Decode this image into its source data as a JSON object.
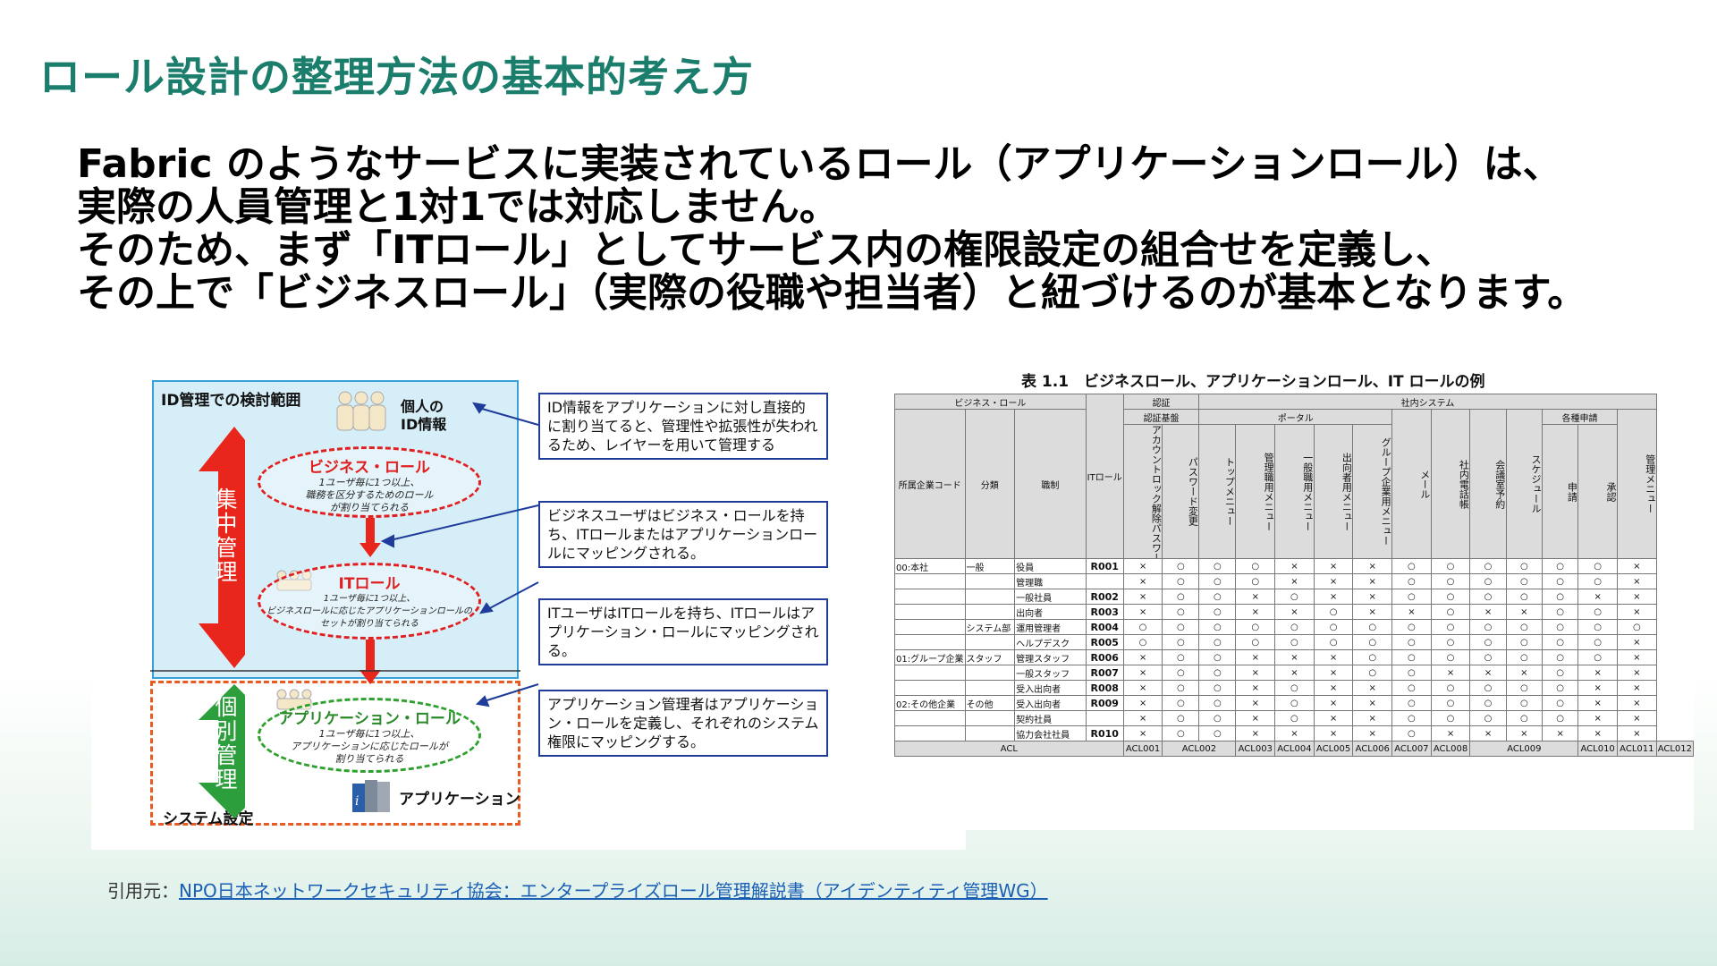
{
  "title": "ロール設計の整理方法の基本的考え方",
  "body_lines": [
    "Fabric のようなサービスに実装されているロール（アプリケーションロール）は、",
    "実際の人員管理と1対1では対応しません。",
    "そのため、まず「ITロール」としてサービス内の権限設定の組合せを定義し、",
    "その上で「ビジネスロール」（実際の役職や担当者）と紐づけるのが基本となります。"
  ],
  "diagram": {
    "scope_title": "ID管理での検討範囲",
    "personal_id": "個人の\nID情報",
    "central": "集中管理",
    "individual": "個別管理",
    "system_setting": "システム設定",
    "business_role": {
      "title": "ビジネス・ロール",
      "desc": "1ユーザ毎に1つ以上、\n職務を区分するためのロール\nが割り当てられる"
    },
    "it_role": {
      "title": "ITロール",
      "desc": "1ユーザ毎に1つ以上、\nビジネスロールに応じたアプリケーションロールの\nセットが割り当てられる"
    },
    "app_role": {
      "title": "アプリケーション・ロール",
      "desc": "1ユーザ毎に1つ以上、\nアプリケーションに応じたロールが\n割り当てられる"
    },
    "application": "アプリケーション",
    "callouts": [
      "ID情報をアプリケーションに対し直接的に割り当てると、管理性や拡張性が失われるため、レイヤーを用いて管理する",
      "ビジネスユーザはビジネス・ロールを持ち、ITロールまたはアプリケーションロールにマッピングされる。",
      "ITユーザはITロールを持ち、ITロールはアプリケーション・ロールにマッピングされる。",
      "アプリケーション管理者はアプリケーション・ロールを定義し、それぞれのシステム権限にマッピングする。"
    ]
  },
  "table": {
    "caption": "表 1.1　ビジネスロール、アプリケーションロール、IT ロールの例",
    "head_business": "ビジネス・ロール",
    "head_auth": "認証",
    "head_internal": "社内システム",
    "head_auth_base": "認証基盤",
    "head_portal": "ポータル",
    "head_apply": "各種申請",
    "col_company": "所属企業コード",
    "col_category": "分類",
    "col_position": "職制",
    "col_itrole": "ITロール",
    "vertical_cols": [
      "アカウントロック解除パスワード初期化",
      "パスワード変更",
      "トップメニュー",
      "管理職用メニュー",
      "一般職用メニュー",
      "出向者用メニュー",
      "グループ企業用メニュー",
      "メール",
      "社内電話帳",
      "会議室予約",
      "スケジュール",
      "申請",
      "承認",
      "管理メニュー"
    ],
    "rows": [
      {
        "company": "00:本社",
        "category": "一般",
        "position": "役員",
        "rid": "R001",
        "cells": [
          "×",
          "○",
          "○",
          "○",
          "×",
          "×",
          "×",
          "○",
          "○",
          "○",
          "○",
          "○",
          "○",
          "×"
        ]
      },
      {
        "company": "",
        "category": "",
        "position": "管理職",
        "rid": "",
        "cells": [
          "×",
          "○",
          "○",
          "○",
          "×",
          "×",
          "×",
          "○",
          "○",
          "○",
          "○",
          "○",
          "○",
          "×"
        ]
      },
      {
        "company": "",
        "category": "",
        "position": "一般社員",
        "rid": "R002",
        "cells": [
          "×",
          "○",
          "○",
          "×",
          "○",
          "×",
          "×",
          "○",
          "○",
          "○",
          "○",
          "○",
          "×",
          "×"
        ]
      },
      {
        "company": "",
        "category": "",
        "position": "出向者",
        "rid": "R003",
        "cells": [
          "×",
          "○",
          "○",
          "×",
          "×",
          "○",
          "×",
          "×",
          "○",
          "×",
          "×",
          "○",
          "○",
          "×"
        ]
      },
      {
        "company": "",
        "category": "システム部",
        "position": "運用管理者",
        "rid": "R004",
        "cells": [
          "○",
          "○",
          "○",
          "○",
          "○",
          "○",
          "○",
          "○",
          "○",
          "○",
          "○",
          "○",
          "○",
          "○"
        ]
      },
      {
        "company": "",
        "category": "",
        "position": "ヘルプデスク",
        "rid": "R005",
        "cells": [
          "○",
          "○",
          "○",
          "○",
          "○",
          "○",
          "○",
          "○",
          "○",
          "○",
          "○",
          "○",
          "○",
          "×"
        ]
      },
      {
        "company": "01:グループ企業",
        "category": "スタッフ",
        "position": "管理スタッフ",
        "rid": "R006",
        "cells": [
          "×",
          "○",
          "○",
          "×",
          "×",
          "×",
          "○",
          "○",
          "○",
          "○",
          "○",
          "○",
          "○",
          "×"
        ]
      },
      {
        "company": "",
        "category": "",
        "position": "一般スタッフ",
        "rid": "R007",
        "cells": [
          "×",
          "○",
          "○",
          "×",
          "×",
          "×",
          "○",
          "○",
          "×",
          "×",
          "×",
          "○",
          "×",
          "×"
        ]
      },
      {
        "company": "",
        "category": "",
        "position": "受入出向者",
        "rid": "R008",
        "cells": [
          "×",
          "○",
          "○",
          "×",
          "○",
          "×",
          "×",
          "○",
          "○",
          "○",
          "○",
          "○",
          "×",
          "×"
        ]
      },
      {
        "company": "02:その他企業",
        "category": "その他",
        "position": "受入出向者",
        "rid": "R009",
        "cells": [
          "×",
          "○",
          "○",
          "×",
          "○",
          "×",
          "×",
          "○",
          "○",
          "○",
          "○",
          "○",
          "×",
          "×"
        ]
      },
      {
        "company": "",
        "category": "",
        "position": "契約社員",
        "rid": "",
        "cells": [
          "×",
          "○",
          "○",
          "×",
          "○",
          "×",
          "×",
          "○",
          "○",
          "○",
          "○",
          "○",
          "×",
          "×"
        ]
      },
      {
        "company": "",
        "category": "",
        "position": "協力会社社員",
        "rid": "R010",
        "cells": [
          "×",
          "○",
          "○",
          "×",
          "×",
          "×",
          "×",
          "○",
          "×",
          "×",
          "×",
          "×",
          "×",
          "×"
        ]
      }
    ],
    "footer": [
      "ACL",
      "ACL001",
      "ACL002",
      "ACL003",
      "ACL004",
      "ACL005",
      "ACL006",
      "ACL007",
      "ACL008",
      "ACL009",
      "ACL010",
      "ACL011",
      "ACL012"
    ]
  },
  "citation": {
    "prefix": "引用元：",
    "link": "NPO日本ネットワークセキュリティ協会：エンタープライズロール管理解説書（アイデンティティ管理WG）"
  },
  "colors": {
    "title": "#1b7d6c",
    "red": "#e02020",
    "green": "#2ea02e",
    "navy": "#1f3c9b"
  }
}
